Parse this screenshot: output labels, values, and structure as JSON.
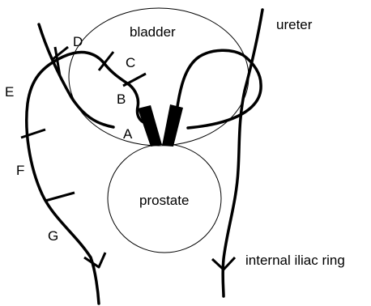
{
  "labels": {
    "bladder": "bladder",
    "prostate": "prostate",
    "ureter": "ureter",
    "internal_iliac_ring": "internal iliac ring",
    "segment_a": "A",
    "segment_b": "B",
    "segment_c": "C",
    "segment_d": "D",
    "segment_e": "E",
    "segment_f": "F",
    "segment_g": "G"
  },
  "colors": {
    "line": "#000000",
    "background": "#ffffff"
  }
}
